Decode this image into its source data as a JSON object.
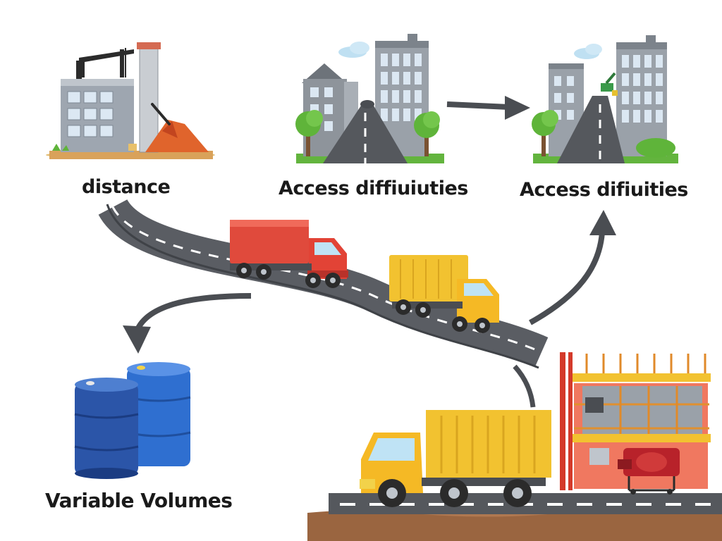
{
  "labels": {
    "distance": "distance",
    "access_1": "Access diffiuiuties",
    "access_2": "Access difiuities",
    "variable_volumes": "Variable Volumes"
  },
  "colors": {
    "road": "#5a5d63",
    "arrow": "#4a4d52",
    "red_truck": "#e04a3c",
    "yellow_truck": "#f2c230",
    "barrel": "#2f5fb8",
    "building_gray": "#9aa0a8",
    "scaffold": "#e0492f",
    "soil": "#b07850",
    "tree": "#5fb43a"
  }
}
